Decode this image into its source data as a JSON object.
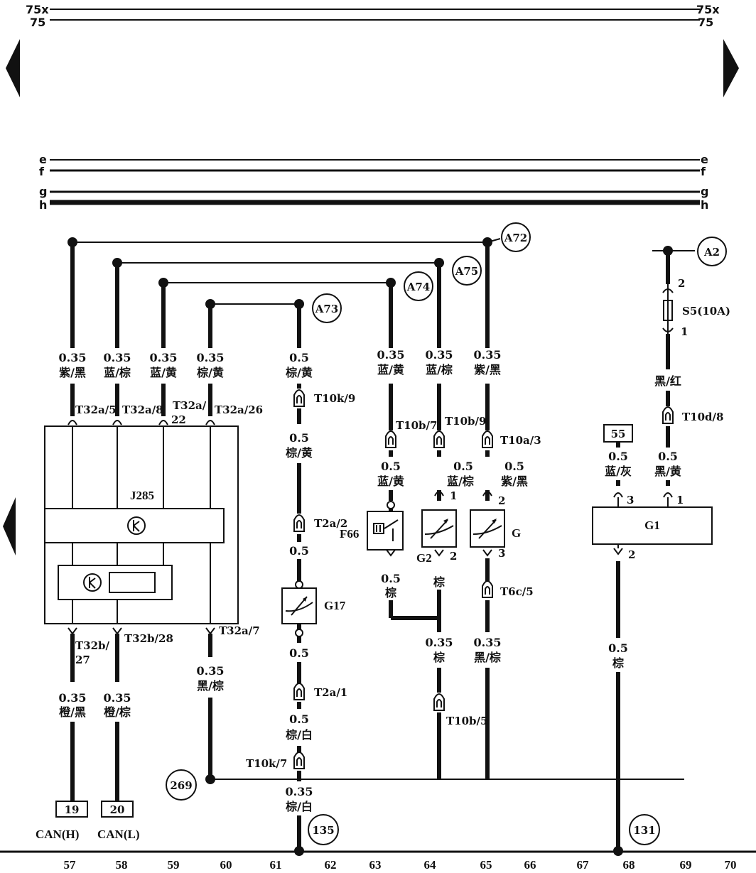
{
  "rails": {
    "r75x": "75x",
    "r75": "75",
    "e": "e",
    "f": "f",
    "g": "g",
    "h": "h"
  },
  "refs": {
    "a72": "A72",
    "a75": "A75",
    "a74": "A74",
    "a73": "A73",
    "a2": "A2",
    "r269": "269",
    "r135": "135",
    "r131": "131",
    "b55": "55",
    "b19": "19",
    "b20": "20"
  },
  "wires": {
    "w57": {
      "size": "0.35",
      "color": "紫/黑",
      "pin": "T32a/5"
    },
    "w58": {
      "size": "0.35",
      "color": "蓝/棕",
      "pin": "T32a/8"
    },
    "w59": {
      "size": "0.35",
      "color": "蓝/黄",
      "pin_a": "T32a/",
      "pin_b": "22"
    },
    "w60": {
      "size": "0.35",
      "color": "棕/黄",
      "pin": "T32a/26"
    },
    "w61_a": {
      "size": "0.5",
      "color": "棕/黄",
      "pin": "T10k/9"
    },
    "w61_b": {
      "size": "0.5",
      "color": "棕/黄",
      "pin": "T2a/2"
    },
    "w61_c": {
      "size": "0.5",
      "pin": "G17"
    },
    "w61_d": {
      "size": "0.5",
      "pin": "T2a/1"
    },
    "w61_e": {
      "size": "0.5",
      "color": "棕/白",
      "pin": "T10k/7"
    },
    "w61_f": {
      "size": "0.35",
      "color": "棕/白"
    },
    "w63_a": {
      "size": "0.35",
      "color": "蓝/黄",
      "pin": "T10b/7"
    },
    "w63_b": {
      "size": "0.5",
      "color": "蓝/黄"
    },
    "w63_c": {
      "size": "0.5",
      "color": "棕"
    },
    "w64_a": {
      "size": "0.35",
      "color": "蓝/棕",
      "pin": "T10b/9"
    },
    "w64_b": {
      "size": "0.5",
      "color": "蓝/棕"
    },
    "w64_c": {
      "color": "棕"
    },
    "w64_d": {
      "size": "0.35",
      "color": "棕",
      "pin": "T10b/5"
    },
    "w65_a": {
      "size": "0.35",
      "color": "紫/黑",
      "pin": "T10a/3"
    },
    "w65_b": {
      "size": "0.5",
      "color": "紫/黑"
    },
    "w65_c": {
      "pin": "T6c/5",
      "size": "0.35",
      "color": "黑/棕"
    },
    "w60_b": {
      "pin": "T32a/7",
      "size": "0.35",
      "color": "黑/棕"
    },
    "w57_b": {
      "pin_a": "T32b/",
      "pin_b": "27",
      "size": "0.35",
      "color": "橙/黑"
    },
    "w58_b": {
      "pin": "T32b/28",
      "size": "0.35",
      "color": "橙/棕"
    },
    "w68_a": {
      "pin": "2",
      "size": "0.5",
      "color": "棕"
    },
    "w68_s": {
      "size": "0.5",
      "color": "蓝/灰",
      "pin": "3"
    },
    "w69_a": {
      "pin_top": "2",
      "fuse": "S5(10A)",
      "pin_bot": "1",
      "color": "黑/红",
      "conn": "T10d/8",
      "size": "0.5",
      "color2": "黑/黄",
      "pin": "1"
    }
  },
  "components": {
    "j285": "J285",
    "f66": "F66",
    "g2": "G2",
    "g": "G",
    "g17": "G17",
    "g1": "G1",
    "g2_pin1": "1",
    "g2_pin2": "2",
    "g_pin2": "2",
    "g_pin3": "3",
    "can_h": "CAN(H)",
    "can_l": "CAN(L)"
  },
  "scale": [
    "57",
    "58",
    "59",
    "60",
    "61",
    "62",
    "63",
    "64",
    "65",
    "66",
    "67",
    "68",
    "69",
    "70"
  ]
}
